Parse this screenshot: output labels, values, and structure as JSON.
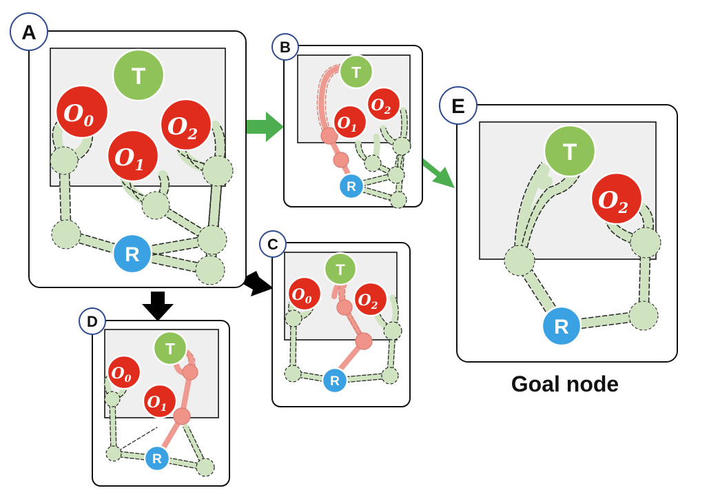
{
  "colors": {
    "target": "#8fc35a",
    "obstacle": "#e02c1c",
    "robot": "#3aa1e3",
    "graph_node": "#cfe3c0",
    "path": "#f09388",
    "arrow_green": "#4cae4f",
    "arrow_black": "#000000",
    "workspace": "#efefef"
  },
  "labels": {
    "target": "T",
    "robot": "R",
    "obstacle_base": "O",
    "obstacle_0_sub": "0",
    "obstacle_1_sub": "1",
    "obstacle_2_sub": "2"
  },
  "panels": {
    "A": {
      "badge": "A"
    },
    "B": {
      "badge": "B"
    },
    "C": {
      "badge": "C"
    },
    "D": {
      "badge": "D"
    },
    "E": {
      "badge": "E",
      "caption": "Goal node"
    }
  }
}
